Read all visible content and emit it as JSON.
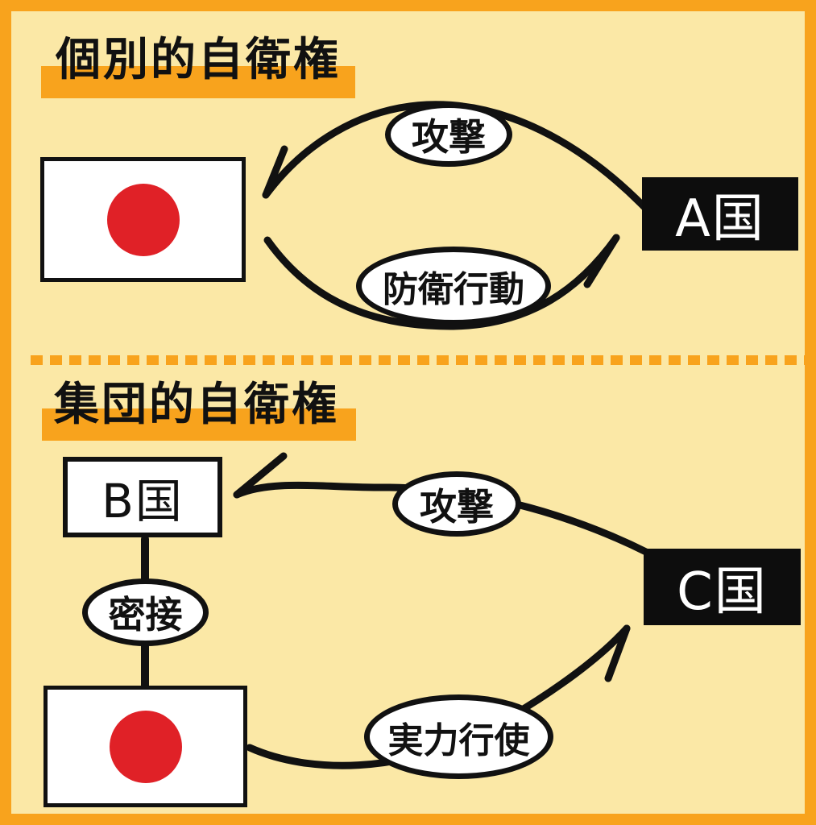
{
  "colors": {
    "background": "#FBE8A6",
    "frame_orange": "#F8A31D",
    "highlight_orange": "#F8A31D",
    "flag_red": "#E02127",
    "ink_black": "#111111",
    "box_black": "#0d0d0d",
    "white": "#FFFFFF"
  },
  "individual": {
    "title": "個別的自衛権",
    "country": "A国",
    "attack_label": "攻撃",
    "defense_label": "防衛行動",
    "arrows": [
      {
        "label": "攻撃",
        "from": "A国",
        "to": "日本国旗"
      },
      {
        "label": "防衛行動",
        "from": "日本国旗",
        "to": "A国"
      }
    ]
  },
  "collective": {
    "title": "集団的自衛権",
    "ally": "B国",
    "country": "C国",
    "attack_label": "攻撃",
    "close_label": "密接",
    "force_label": "実力行使",
    "arrows": [
      {
        "label": "攻撃",
        "from": "C国",
        "to": "B国"
      },
      {
        "label": "密接",
        "from": "B国",
        "to": "日本国旗"
      },
      {
        "label": "実力行使",
        "from": "日本国旗",
        "to": "C国"
      }
    ]
  }
}
